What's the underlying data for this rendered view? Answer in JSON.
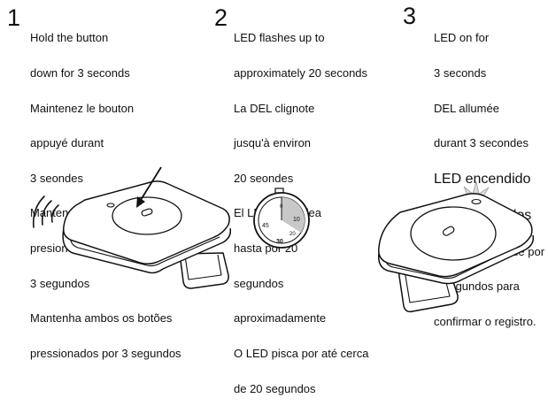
{
  "steps": [
    {
      "number": "1",
      "lines": [
        "Hold the button",
        "down for 3 seconds",
        "Maintenez le bouton",
        "appuyé durant",
        "3 seondes",
        "Mantenga ambos botones",
        "presionados durante",
        "3 segundos",
        "Mantenha ambos os botões",
        "pressionados por 3 segundos"
      ]
    },
    {
      "number": "2",
      "lines": [
        "LED flashes up to",
        "approximately 20 seconds",
        "La DEL clignote",
        "jusqu'à environ",
        "20 seondes",
        "El LED parpadea",
        "hasta por 20",
        "segundos",
        "aproximadamente",
        "O LED pisca por até cerca",
        "de 20 segundos"
      ]
    },
    {
      "number": "3",
      "lines": [
        "LED on for",
        "3 seconds",
        "DEL allumée",
        "durant 3 secondes",
        "LED encendido",
        "por 3 segundos",
        "O LED se acende por",
        "3 segundos para",
        "confirmar o registro."
      ]
    }
  ],
  "timer": {
    "labels": [
      "0",
      "10",
      "20",
      "30",
      "45"
    ]
  }
}
